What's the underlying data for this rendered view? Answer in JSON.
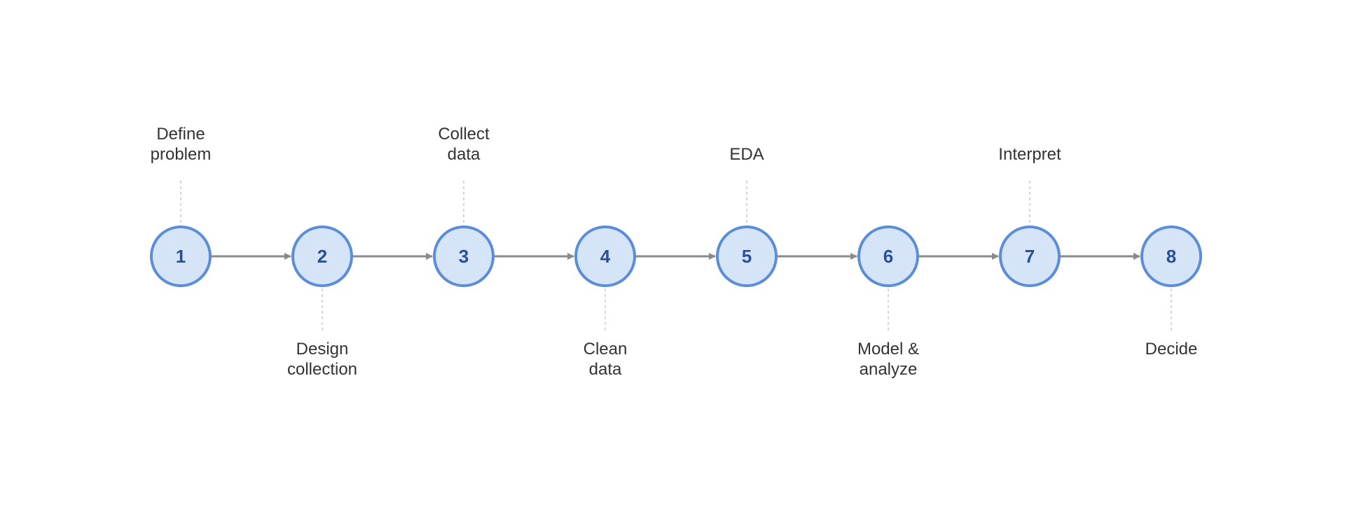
{
  "colors": {
    "node_fill": "#d6e4f8",
    "node_stroke": "#5b8ed6",
    "number_text": "#2a4f98",
    "arrow": "#8a8a8a",
    "connector": "#c8c8c8",
    "label_text": "#333333"
  },
  "steps": [
    {
      "number": "1",
      "label_lines": [
        "Define",
        "problem"
      ],
      "label_side": "above"
    },
    {
      "number": "2",
      "label_lines": [
        "Design",
        "collection"
      ],
      "label_side": "below"
    },
    {
      "number": "3",
      "label_lines": [
        "Collect",
        "data"
      ],
      "label_side": "above"
    },
    {
      "number": "4",
      "label_lines": [
        "Clean",
        "data"
      ],
      "label_side": "below"
    },
    {
      "number": "5",
      "label_lines": [
        "EDA"
      ],
      "label_side": "above"
    },
    {
      "number": "6",
      "label_lines": [
        "Model &",
        "analyze"
      ],
      "label_side": "below"
    },
    {
      "number": "7",
      "label_lines": [
        "Interpret"
      ],
      "label_side": "above"
    },
    {
      "number": "8",
      "label_lines": [
        "Decide"
      ],
      "label_side": "below"
    }
  ]
}
